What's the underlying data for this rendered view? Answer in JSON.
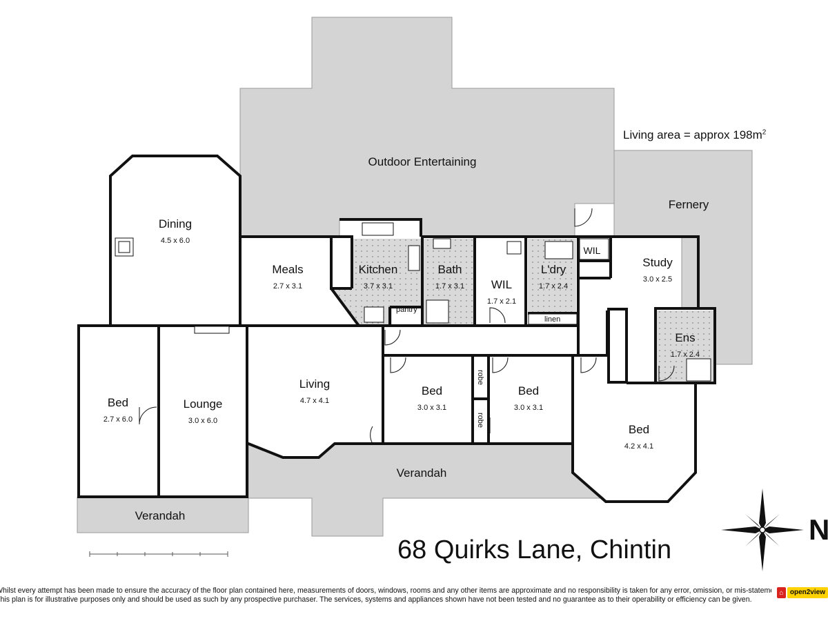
{
  "living_area": {
    "text": "Living area = approx 198m",
    "unit_sup": "2"
  },
  "address": "68 Quirks Lane, Chintin",
  "rooms": [
    {
      "id": "outdoor",
      "name": "Outdoor Entertaining",
      "dims": ""
    },
    {
      "id": "fernery",
      "name": "Fernery",
      "dims": ""
    },
    {
      "id": "dining",
      "name": "Dining",
      "dims": "4.5 x 6.0"
    },
    {
      "id": "meals",
      "name": "Meals",
      "dims": "2.7 x 3.1"
    },
    {
      "id": "kitchen",
      "name": "Kitchen",
      "dims": "3.7 x 3.1"
    },
    {
      "id": "bath",
      "name": "Bath",
      "dims": "1.7 x 3.1"
    },
    {
      "id": "wil1",
      "name": "WIL",
      "dims": "1.7 x 2.1"
    },
    {
      "id": "ldry",
      "name": "L'dry",
      "dims": "1.7 x 2.4"
    },
    {
      "id": "wil2",
      "name": "WIL",
      "dims": ""
    },
    {
      "id": "study",
      "name": "Study",
      "dims": "3.0 x 2.5"
    },
    {
      "id": "ens",
      "name": "Ens",
      "dims": "1.7 x 2.4"
    },
    {
      "id": "bed1",
      "name": "Bed",
      "dims": "2.7 x 6.0"
    },
    {
      "id": "lounge",
      "name": "Lounge",
      "dims": "3.0 x 6.0"
    },
    {
      "id": "living",
      "name": "Living",
      "dims": "4.7 x 4.1"
    },
    {
      "id": "bed2",
      "name": "Bed",
      "dims": "3.0 x 3.1"
    },
    {
      "id": "bed3",
      "name": "Bed",
      "dims": "3.0 x 3.1"
    },
    {
      "id": "bed4",
      "name": "Bed",
      "dims": "4.2 x 4.1"
    },
    {
      "id": "verandah1",
      "name": "Verandah",
      "dims": ""
    },
    {
      "id": "verandah2",
      "name": "Verandah",
      "dims": ""
    }
  ],
  "small_labels": {
    "pantry": "pantry",
    "linen": "linen",
    "robe": "robe"
  },
  "compass_letter": "N",
  "disclaimer": [
    "Whilst every attempt has been made to ensure the accuracy of the floor plan contained here, measurements of doors, windows, rooms and any other items are approximate and no responsibility is taken for any error, omission, or mis-statement.",
    "This plan is for illustrative purposes only and should be used as such by any prospective purchaser. The services, systems and appliances shown have not been tested and no guarantee as to their operability or efficiency can be given."
  ],
  "logo": {
    "text": "open2view",
    "number_part": "2"
  },
  "colors": {
    "outdoor_fill": "#d4d4d4",
    "wall": "#111111",
    "wet_area_fill": "#d9d9d9"
  }
}
